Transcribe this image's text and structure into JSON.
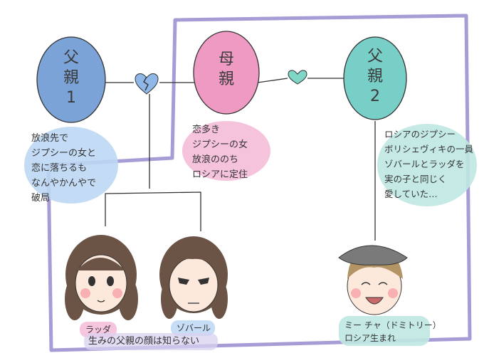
{
  "nodes": {
    "father1": {
      "line1": "父",
      "line2": "親",
      "line3": "1",
      "color": "#7ba3d8"
    },
    "mother": {
      "line1": "母",
      "line2": "親",
      "color": "#ef9ac3"
    },
    "father2": {
      "line1": "父",
      "line2": "親",
      "line3": "2",
      "color": "#78cfc7"
    }
  },
  "notes": {
    "father1": "放浪先で\nジプシーの女と\n恋に落ちるも\nなんやかんやで\n破局",
    "mother": "恋多き\nジプシーの女\n放浪ののち\nロシアに定住",
    "father2": "ロシアのジプシー\nボリシェヴィキの一員\nゾバールとラッダを\n実の子と同じく\n愛していた…"
  },
  "children": {
    "radda": "ラッダ",
    "zobar": "ゾバール",
    "mitya": "ミー チャ（ドミトリー）\nロシア生まれ",
    "caption": "生みの父親の顔は知らない"
  },
  "colors": {
    "frame": "#a89cd6",
    "broken_heart": "#8fb8e8",
    "heart": "#7fd6c6",
    "note_blue": "#bcd7f3",
    "note_pink": "#f5bcd9",
    "note_teal": "#bfe8e2"
  }
}
